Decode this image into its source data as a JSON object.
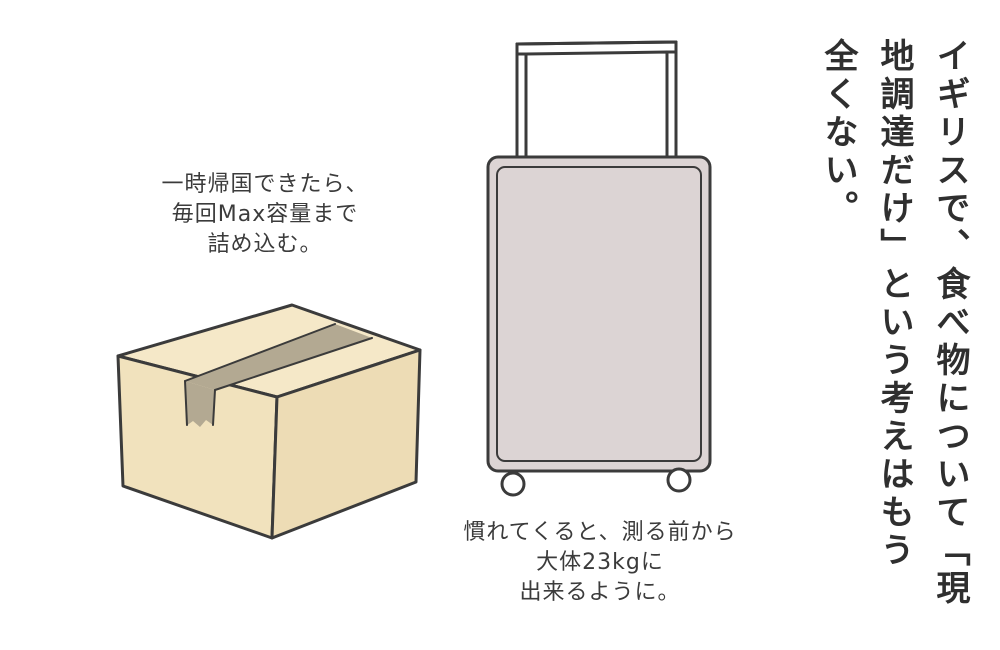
{
  "illustration": {
    "box_caption": [
      "一時帰国できたら、",
      "毎回Max容量まで",
      "詰め込む。"
    ],
    "suitcase_caption": [
      "慣れてくると、測る前から",
      "大体23kgに",
      "出来るように。"
    ],
    "vertical_text": [
      "イギリスで、食べ物について「現",
      "地調達だけ」という考えはもう",
      "全くない。"
    ],
    "colors": {
      "box_fill": "#f1e2bd",
      "tape": "#b3a992",
      "suitcase_fill": "#dcd4d4",
      "outline": "#3b3b3b"
    },
    "icons": [
      "cardboard-box-icon",
      "suitcase-icon"
    ]
  }
}
